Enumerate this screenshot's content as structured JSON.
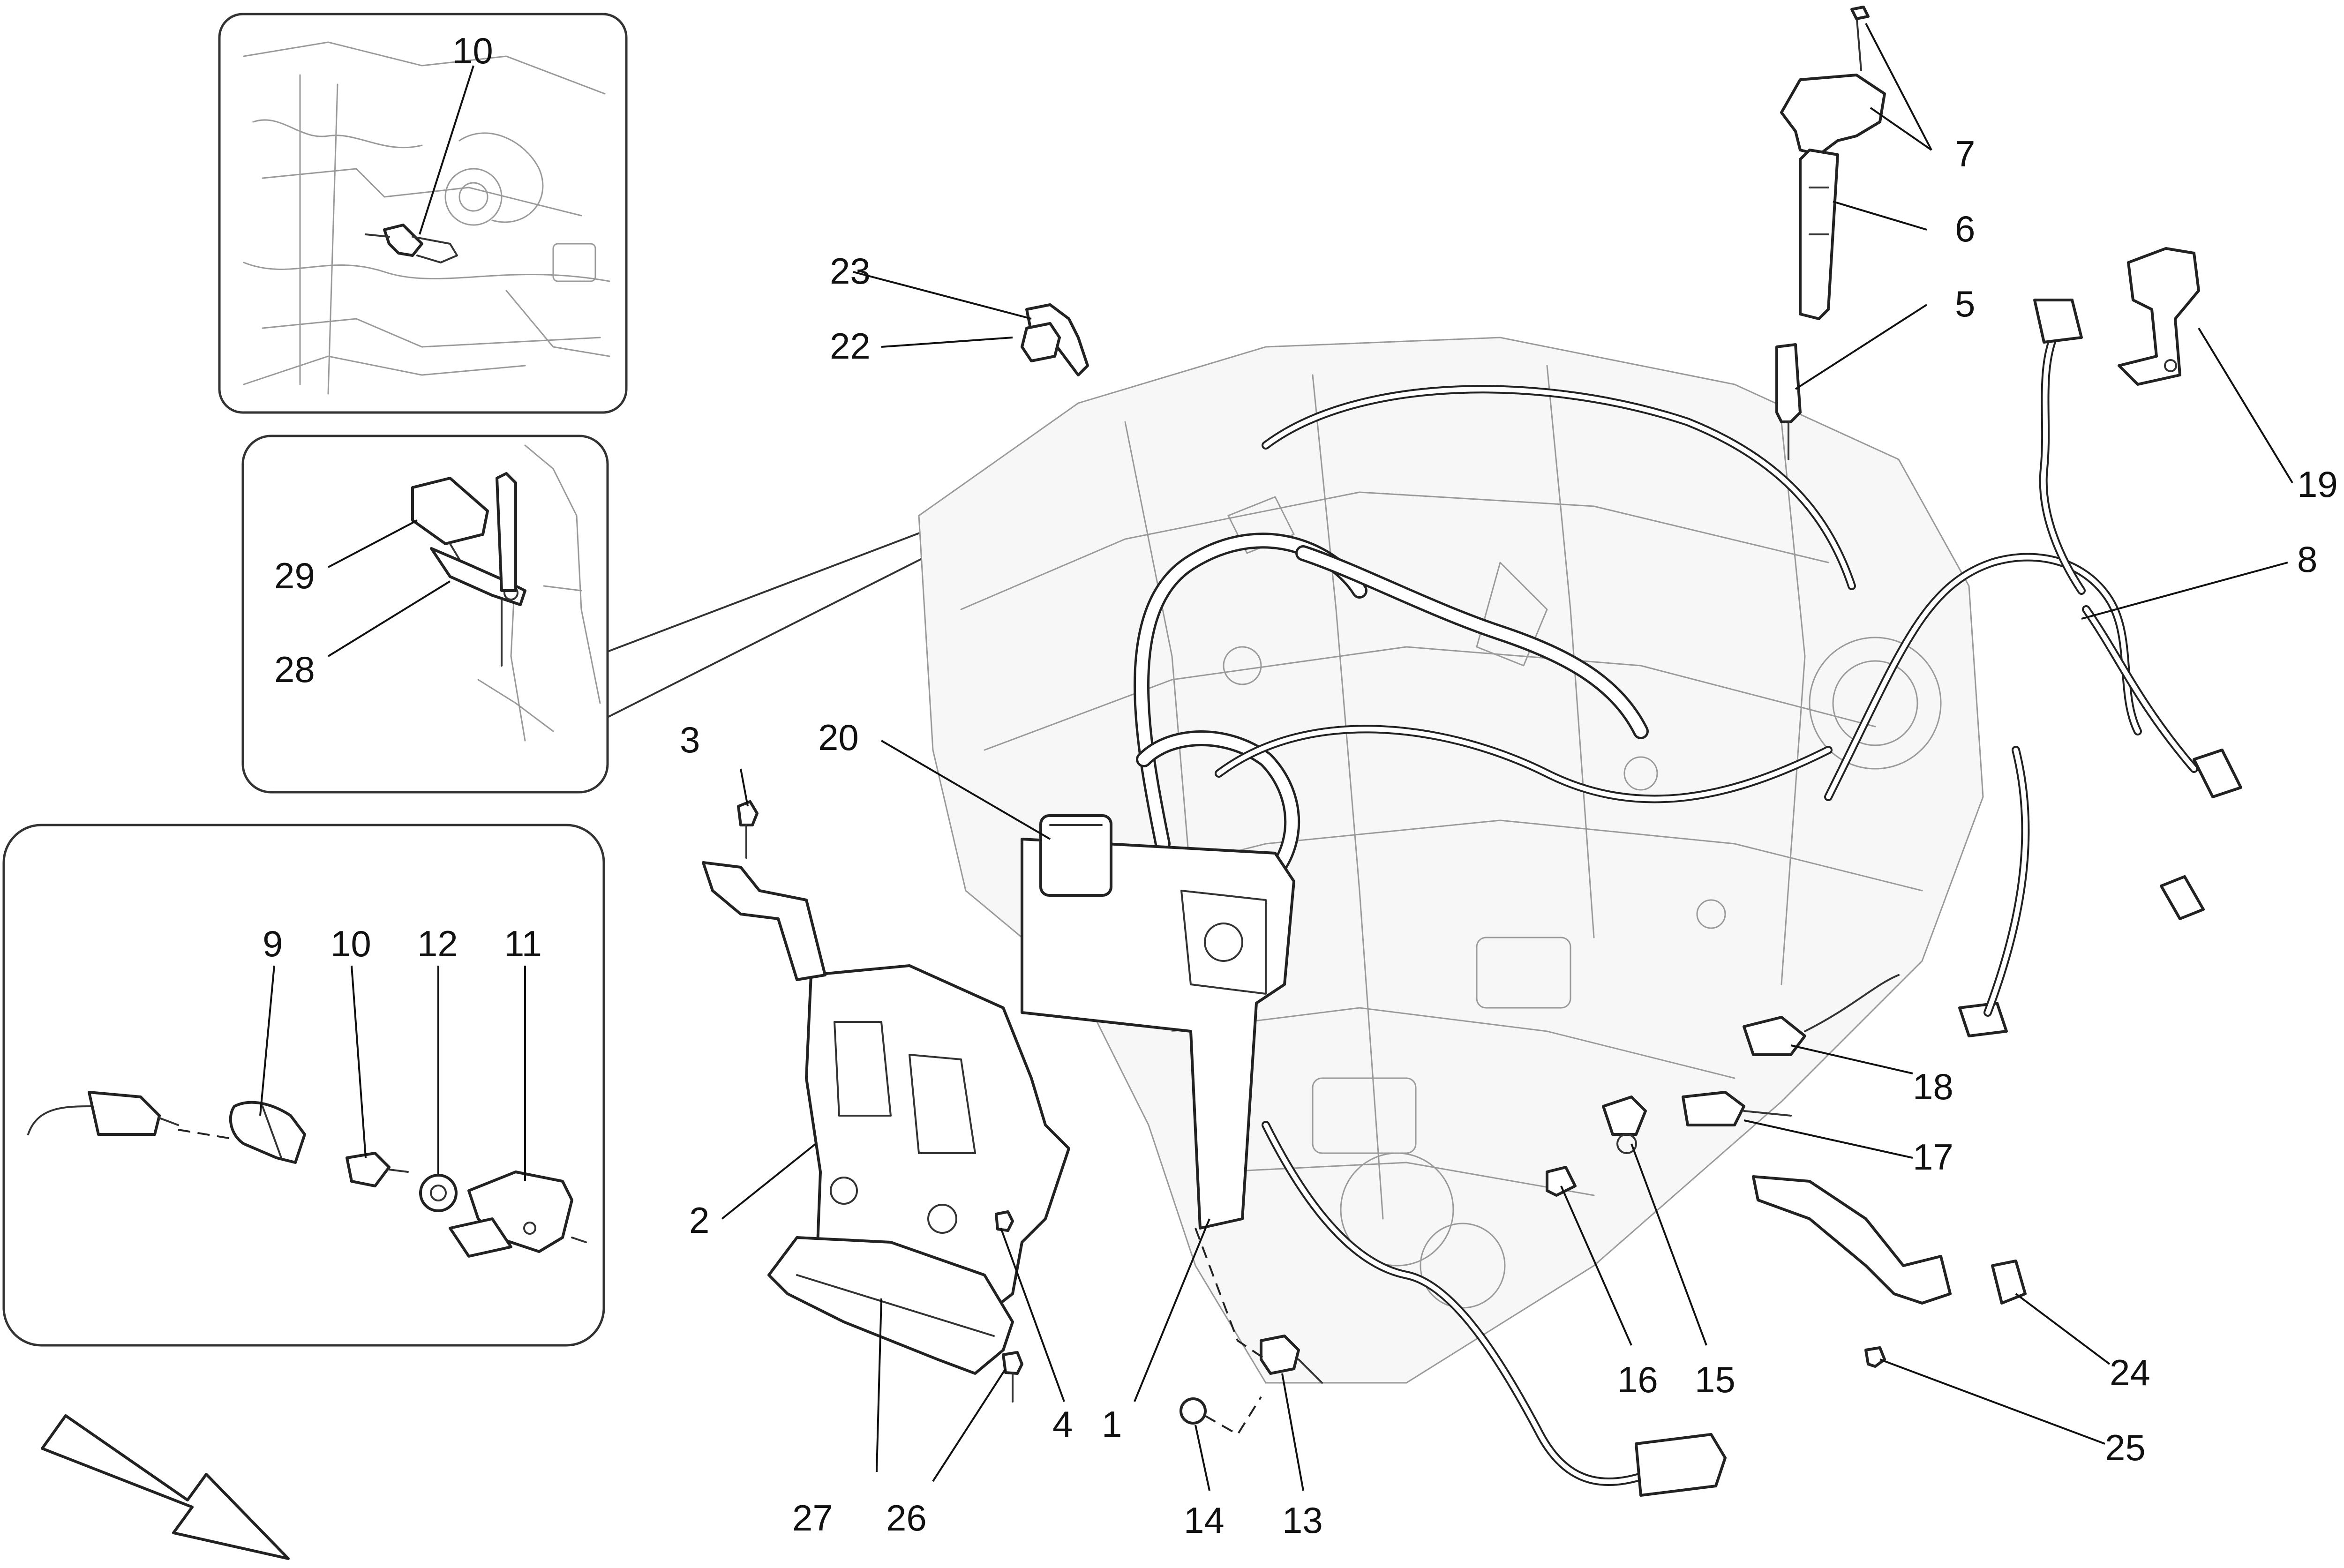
{
  "callouts": {
    "c1": "1",
    "c2": "2",
    "c3": "3",
    "c4": "4",
    "c5": "5",
    "c6": "6",
    "c7": "7",
    "c8": "8",
    "c9": "9",
    "c10_top": "10",
    "c10_left": "10",
    "c11": "11",
    "c12": "12",
    "c13": "13",
    "c14": "14",
    "c15": "15",
    "c16": "16",
    "c17": "17",
    "c18": "18",
    "c19": "19",
    "c20": "20",
    "c22": "22",
    "c23": "23",
    "c24": "24",
    "c25": "25",
    "c26": "26",
    "c27": "27",
    "c28": "28",
    "c29": "29"
  },
  "icons": {
    "direction_arrow": "arrow-icon"
  },
  "colors": {
    "line": "#222222",
    "background": "#ffffff"
  }
}
